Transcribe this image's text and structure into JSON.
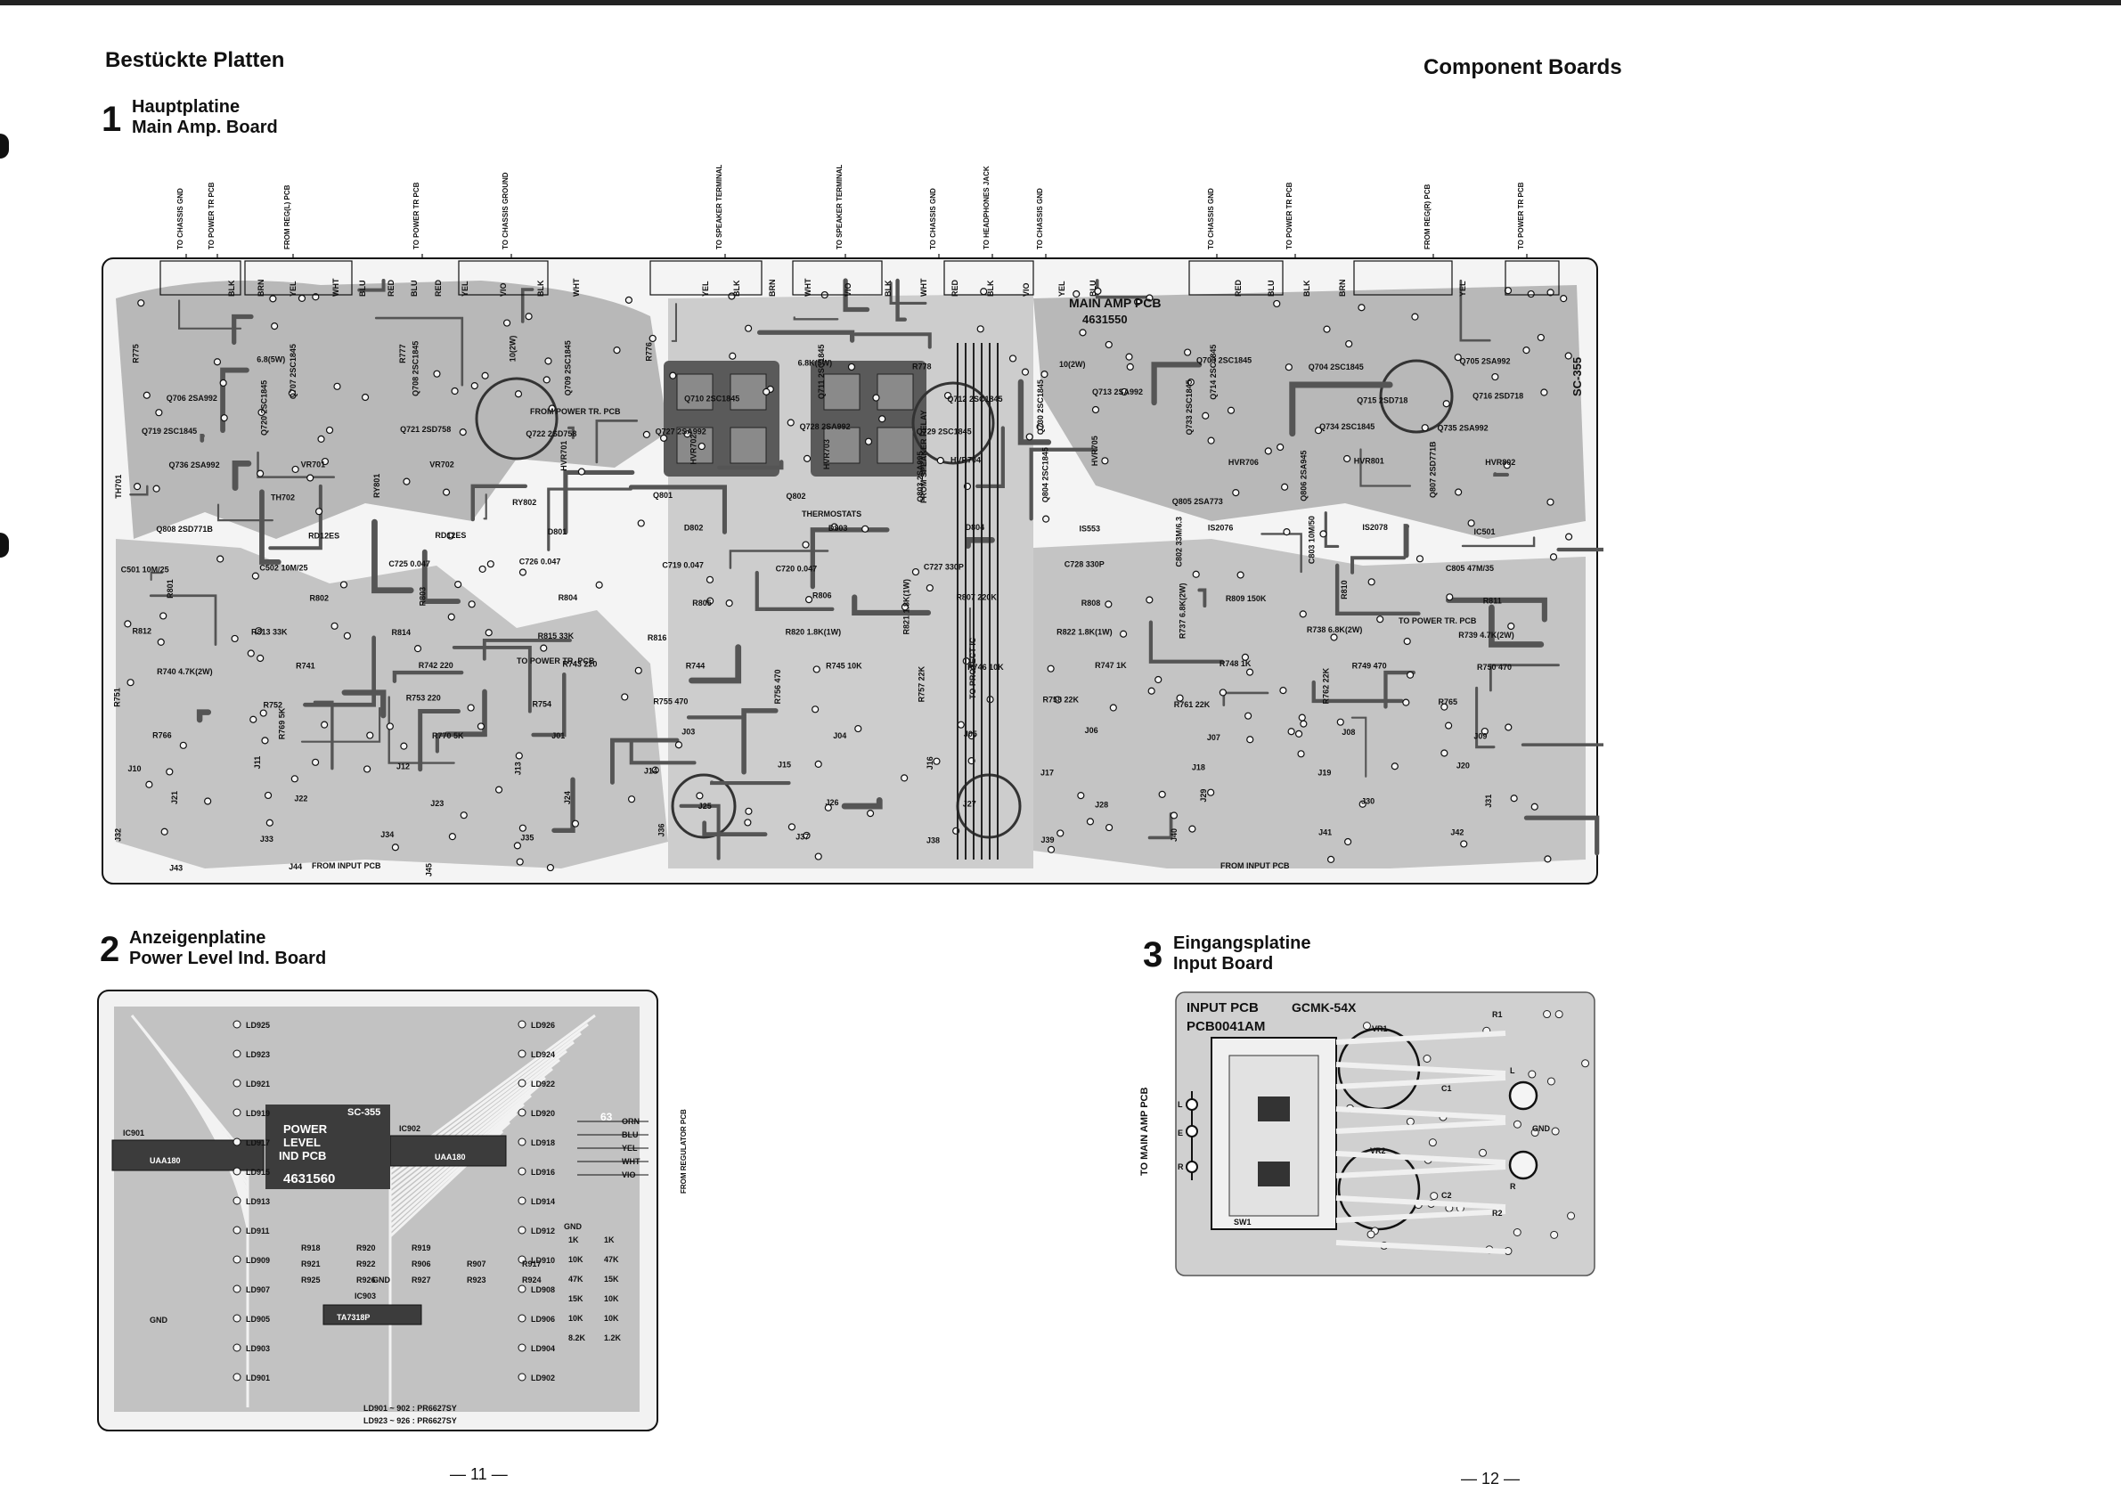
{
  "page": {
    "left_heading": "Bestückte Platten",
    "right_heading": "Component Boards",
    "left_page_number": "— 11 —",
    "right_page_number": "— 12 —"
  },
  "sections": [
    {
      "number": "1",
      "title_de": "Hauptplatine",
      "title_en": "Main Amp. Board"
    },
    {
      "number": "2",
      "title_de": "Anzeigenplatine",
      "title_en": "Power Level Ind. Board"
    },
    {
      "number": "3",
      "title_de": "Eingangsplatine",
      "title_en": "Input Board"
    }
  ],
  "main_board": {
    "pcb_name": "MAIN AMP PCB",
    "pcb_number": "4631550",
    "model": "SC-355",
    "top_connectors": [
      "TO CHASSIS GND",
      "TO POWER TR PCB",
      "FROM REG(L) PCB",
      "TO POWER TR PCB",
      "TO CHASSIS GROUND",
      "TO SPEAKER TERMINALS(B)",
      "TO SPEAKER TERMINALS(A)",
      "TO CHASSIS GND",
      "TO HEADPHONES JACK",
      "TO CHASSIS GND",
      "TO CHASSIS GND",
      "TO POWER TR PCB",
      "FROM REG(R) PCB",
      "TO POWER TR PCB"
    ],
    "wire_colors": [
      "BLK",
      "BRN",
      "YEL",
      "WHT",
      "BLU",
      "RED",
      "BLU",
      "RED",
      "YEL",
      "VIO",
      "BLK",
      "WHT",
      "YEL",
      "BLK",
      "BRN",
      "WHT",
      "VIO",
      "BLK",
      "WHT",
      "RED",
      "BLK",
      "VIO",
      "YEL",
      "BLU",
      "RED",
      "BLU",
      "BLK",
      "BRN",
      "YEL"
    ],
    "inline_labels": [
      "FROM POWER TR. PCB",
      "TO POWER TR. PCB",
      "FROM INPUT PCB",
      "FROM INPUT PCB",
      "TO POWER TR. PCB",
      "THERMOSTATS",
      "FROM SPEAKER RELAY",
      "TO PROTECT IC"
    ],
    "components": [
      "R775",
      "6.8(5W)",
      "R777",
      "10(2W)",
      "R776",
      "6.8K(5W)",
      "R778",
      "10(2W)",
      "Q703 2SC1845",
      "Q704 2SC1845",
      "Q705 2SA992",
      "Q706 2SA992",
      "Q707 2SC1845",
      "Q708 2SC1845",
      "Q709 2SC1845",
      "Q710 2SC1845",
      "Q711 2SC1845",
      "Q712 2SC1845",
      "Q713 2SA992",
      "Q714 2SC1845",
      "Q715 2SD718",
      "Q716 2SD718",
      "Q719 2SC1845",
      "Q720 2SC1845",
      "Q721 2SD758",
      "Q722 2SD758",
      "Q727 2SA992",
      "Q728 2SA992",
      "Q729 2SC1845",
      "Q730 2SC1845",
      "Q733 2SC1845",
      "Q734 2SC1845",
      "Q735 2SA992",
      "Q736 2SA992",
      "VR701",
      "VR702",
      "HVR701",
      "HVR702",
      "HVR703",
      "HVR704",
      "HVR705",
      "HVR706",
      "HVR801",
      "HVR802",
      "TH701",
      "TH702",
      "RY801",
      "RY802",
      "Q801",
      "Q802",
      "Q803 2SA995",
      "Q804 2SC1845",
      "Q805 2SA773",
      "Q806 2SA945",
      "Q807 2SD771B",
      "Q808 2SD771B",
      "RD12ES",
      "RD12ES",
      "D801",
      "D802",
      "D803",
      "D804",
      "IS553",
      "IS2076",
      "IS2078",
      "IC501",
      "C501 10M/25",
      "C502 10M/25",
      "C725 0.047",
      "C726 0.047",
      "C719 0.047",
      "C720 0.047",
      "C727 330P",
      "C728 330P",
      "C802 33M/6.3",
      "C803 10M/50",
      "C805 47M/35",
      "R801",
      "R802",
      "R803",
      "R804",
      "R805",
      "R806",
      "R807 220K",
      "R808",
      "R809 150K",
      "R810",
      "R811",
      "R812",
      "R813 33K",
      "R814",
      "R815 33K",
      "R816",
      "R820 1.8K(1W)",
      "R821 1.8K(1W)",
      "R822 1.8K(1W)",
      "R737 6.8K(2W)",
      "R738 6.8K(2W)",
      "R739 4.7K(2W)",
      "R740 4.7K(2W)",
      "R741",
      "R742 220",
      "R743 220",
      "R744",
      "R745 10K",
      "R746 10K",
      "R747 1K",
      "R748 1K",
      "R749 470",
      "R750 470",
      "R751",
      "R752",
      "R753 220",
      "R754",
      "R755 470",
      "R756 470",
      "R757 22K",
      "R758 22K",
      "R761 22K",
      "R762 22K",
      "R765",
      "R766",
      "R769 5K",
      "R770 5K",
      "J01",
      "J03",
      "J04",
      "J05",
      "J06",
      "J07",
      "J08",
      "J09",
      "J10",
      "J11",
      "J12",
      "J13",
      "J14",
      "J15",
      "J16",
      "J17",
      "J18",
      "J19",
      "J20",
      "J21",
      "J22",
      "J23",
      "J24",
      "J25",
      "J26",
      "J27",
      "J28",
      "J29",
      "J30",
      "J31",
      "J32",
      "J33",
      "J34",
      "J35",
      "J36",
      "J37",
      "J38",
      "J39",
      "J40",
      "J41",
      "J42",
      "J43",
      "J44",
      "J45"
    ]
  },
  "indicator_board": {
    "title_lines": [
      "POWER",
      "LEVEL",
      "IND PCB"
    ],
    "pcb_number": "4631560",
    "model": "SC-355",
    "board_code": "63",
    "connector_label": "FROM REGULATOR PCB",
    "wire_colors": [
      "ORN",
      "BLU",
      "YEL",
      "WHT",
      "VIO"
    ],
    "leds": [
      "LD926",
      "LD925",
      "LD924",
      "LD923",
      "LD922",
      "LD921",
      "LD920",
      "LD919",
      "LD918",
      "LD917",
      "LD916",
      "LD915",
      "LD914",
      "LD913",
      "LD912",
      "LD911",
      "LD910",
      "LD909",
      "LD908",
      "LD907",
      "LD906",
      "LD905",
      "LD904",
      "LD903",
      "LD902",
      "LD901"
    ],
    "ics": [
      "IC901",
      "IC902",
      "IC903"
    ],
    "ic_types": [
      "UAA180",
      "UAA180",
      "TA7318P"
    ],
    "gnd_labels": [
      "GND",
      "GND",
      "GND"
    ],
    "resistors": [
      "R925",
      "R926",
      "R927",
      "R923",
      "R924",
      "R921",
      "R922",
      "R906",
      "R907",
      "R917",
      "R918",
      "R920",
      "R919"
    ],
    "values": [
      "1K",
      "1K",
      "10K",
      "47K",
      "47K",
      "15K",
      "15K",
      "10K",
      "10K",
      "10K",
      "8.2K",
      "1.2K"
    ],
    "led_notes": [
      "LD901 ~ 902 : PR6627SY",
      "LD923 ~ 926 : PR6627SY"
    ]
  },
  "input_board": {
    "pcb_name": "INPUT PCB",
    "pcb_number": "PCB0041AM",
    "model": "GCMK-54X",
    "connector_label": "TO MAIN AMP PCB",
    "components": [
      "VR1",
      "VR2",
      "C1",
      "C2",
      "R1",
      "R2",
      "SW1"
    ],
    "jack_labels": [
      "L",
      "GND",
      "R"
    ],
    "pin_labels": [
      "L",
      "R",
      "E"
    ]
  },
  "colors": {
    "ink": "#111111",
    "copper": "#3f3f3f",
    "board": "#c9c9c9",
    "panel": "#f4f4f4"
  }
}
